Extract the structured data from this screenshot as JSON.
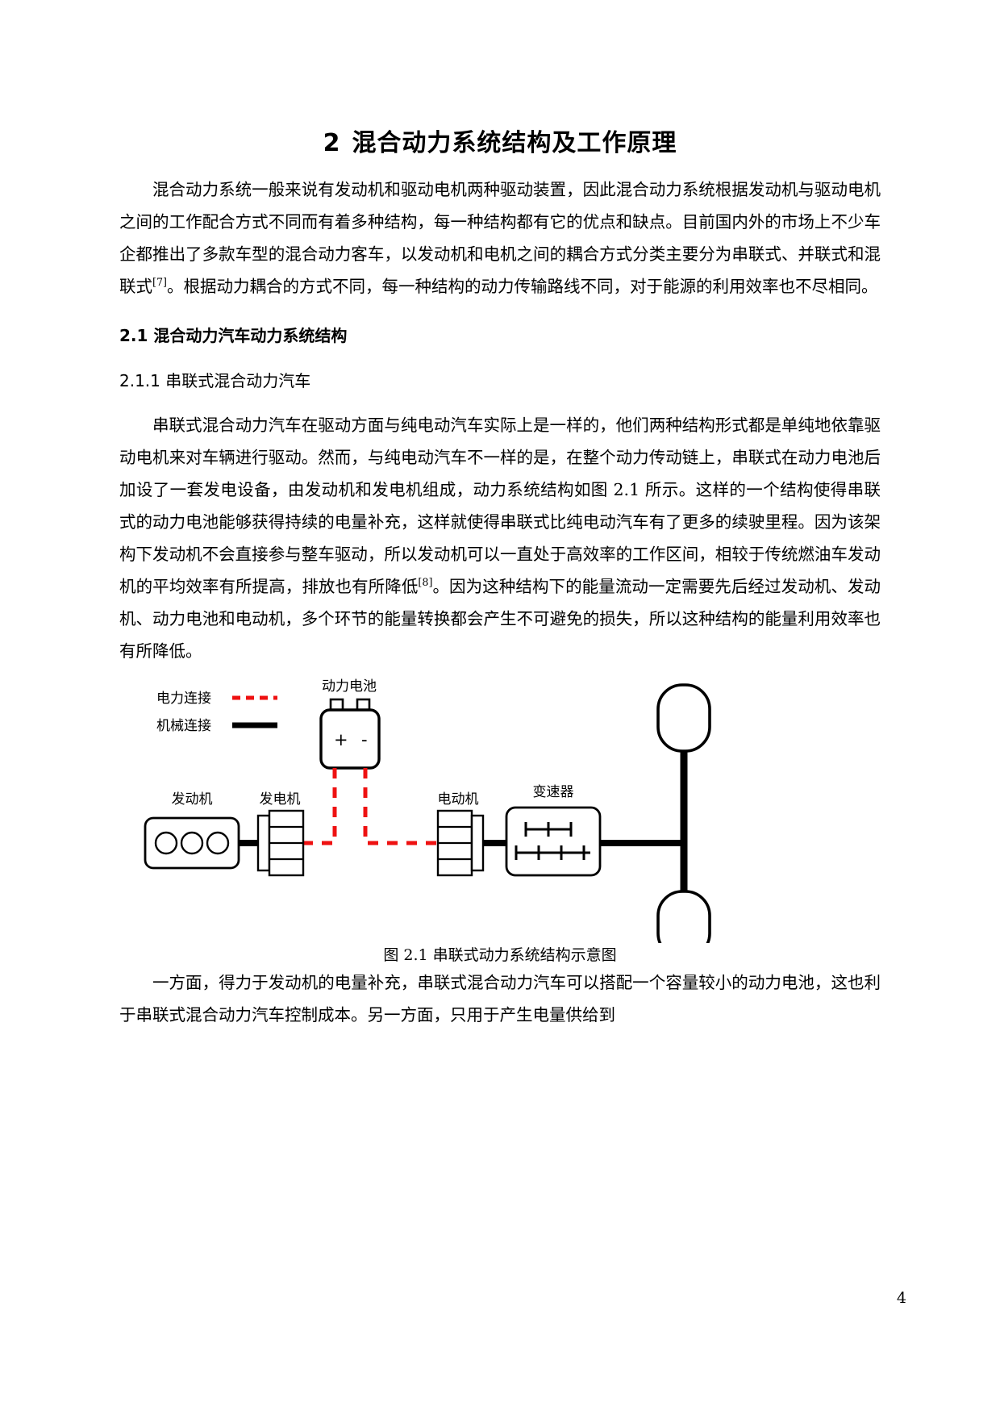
{
  "document": {
    "chapter_number": "2",
    "chapter_title": "混合动力系统结构及工作原理",
    "page_number": "4"
  },
  "paragraphs": {
    "intro_part1": "混合动力系统一般来说有发动机和驱动电机两种驱动装置，因此混合动力系统根据发动机与驱动电机之间的工作配合方式不同而有着多种结构，每一种结构都有它的优点和缺点。目前国内外的市场上不少车企都推出了多款车型的混合动力客车，以发动机和电机之间的耦合方式分类主要分为串联式、并联式和混联式",
    "intro_ref": "[7]",
    "intro_part2": "。根据动力耦合的方式不同，每一种结构的动力传输路线不同，对于能源的利用效率也不尽相同。",
    "section_body_part1": "串联式混合动力汽车在驱动方面与纯电动汽车实际上是一样的，他们两种结构形式都是单纯地依靠驱动电机来对车辆进行驱动。然而，与纯电动汽车不一样的是，在整个动力传动链上，串联式在动力电池后加设了一套发电设备，由发动机和发电机组成，动力系统结构如图 2.1 所示。这样的一个结构使得串联式的动力电池能够获得持续的电量补充，这样就使得串联式比纯电动汽车有了更多的续驶里程。因为该架构下发动机不会直接参与整车驱动，所以发动机可以一直处于高效率的工作区间，相较于传统燃油车发动机的平均效率有所提高，排放也有所降低",
    "section_body_ref": "[8]",
    "section_body_part2": "。因为这种结构下的能量流动一定需要先后经过发动机、发动机、动力电池和电动机，多个环节的能量转换都会产生不可避免的损失，所以这种结构的能量利用效率也有所降低。",
    "closing": "一方面，得力于发动机的电量补充，串联式混合动力汽车可以搭配一个容量较小的动力电池，这也利于串联式混合动力汽车控制成本。另一方面，只用于产生电量供给到"
  },
  "sections": {
    "h2_number": "2.1",
    "h2_title": "混合动力汽车动力系统结构",
    "h3_number": "2.1.1",
    "h3_title": "串联式混合动力汽车"
  },
  "figure": {
    "caption_number": "图 2.1",
    "caption_title": "串联式动力系统结构示意图",
    "legend": [
      {
        "label": "电力连接",
        "style": "dashed",
        "color": "#ee1111"
      },
      {
        "label": "机械连接",
        "style": "solid",
        "color": "#000000"
      }
    ],
    "components": [
      {
        "id": "battery",
        "label": "动力电池"
      },
      {
        "id": "engine",
        "label": "发动机"
      },
      {
        "id": "generator",
        "label": "发电机"
      },
      {
        "id": "motor",
        "label": "电动机"
      },
      {
        "id": "transmission",
        "label": "变速器"
      }
    ],
    "battery_terminals": {
      "positive": "+",
      "negative": "-"
    },
    "colors": {
      "electric": "#ee1111",
      "mechanical": "#000000",
      "outline": "#000000"
    }
  }
}
